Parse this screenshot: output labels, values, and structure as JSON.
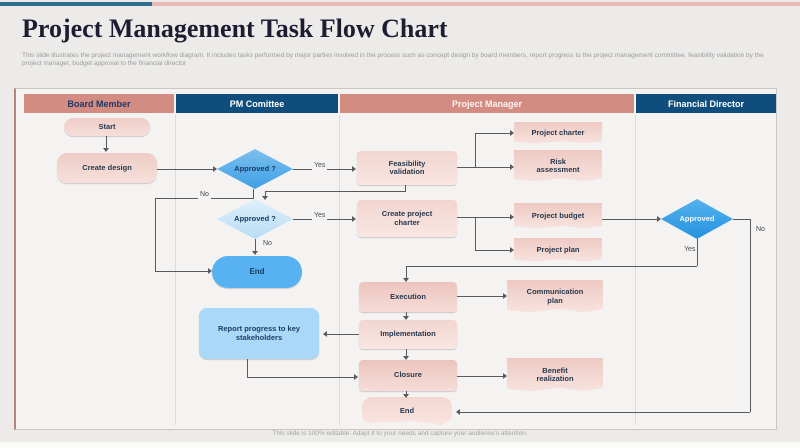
{
  "slide": {
    "title": "Project Management Task Flow Chart",
    "description": "This slide illustrates the project management workflow diagram. It includes tasks performed by major parties involved in the process such as concept design by board members, report progress to the project management committee, feasibility validation by the project manager, budget approval to the financial director",
    "footer": "This slide is 100% editable. Adapt it to your needs and capture your audience's attention."
  },
  "lanes": [
    {
      "label": "Board Member"
    },
    {
      "label": "PM Comittee"
    },
    {
      "label": "Project Manager"
    },
    {
      "label": "Financial Director"
    }
  ],
  "nodes": {
    "start": "Start",
    "create_design": "Create design",
    "approved1": "Approved ?",
    "approved2": "Approved ?",
    "end_committee": "End",
    "report_progress": "Report progress to key stakeholders",
    "feasibility": "Feasibility validation",
    "create_charter": "Create project charter",
    "project_charter": "Project charter",
    "risk_assessment": "Risk assessment",
    "project_budget": "Project budget",
    "project_plan": "Project plan",
    "execution": "Execution",
    "communication_plan": "Communication plan",
    "implementation": "Implementation",
    "closure": "Closure",
    "benefit_realization": "Benefit realization",
    "end_pm": "End",
    "approved_fd": "Approved"
  },
  "edge_labels": {
    "yes": "Yes",
    "no": "No"
  },
  "colors": {
    "salmon_header": "#d28c82",
    "navy_header": "#0f4e7c",
    "pink_node": "#f2d5cf",
    "blue_diamond": "#3f9fe5",
    "light_blue_diamond": "#c7e3f7",
    "bright_blue_diamond": "#2d9fe9",
    "blue_end": "#58b1f1",
    "blue_report": "#a9d8f8",
    "accent_dark_bar": "#2e6f90",
    "accent_pink_bar": "#e9b7b4"
  }
}
